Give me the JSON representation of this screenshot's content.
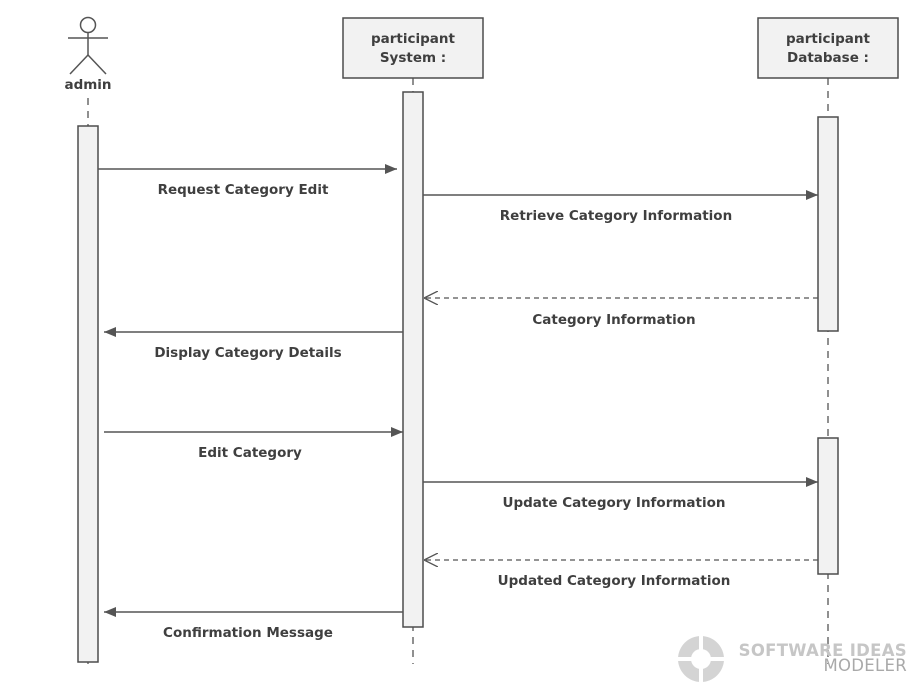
{
  "actor": {
    "name": "admin"
  },
  "participants": [
    {
      "id": "system",
      "line1": "participant",
      "line2": "System :"
    },
    {
      "id": "database",
      "line1": "participant",
      "line2": "Database :"
    }
  ],
  "messages": [
    {
      "id": "request-category-edit",
      "label": "Request Category Edit",
      "from": "admin",
      "to": "system",
      "kind": "sync"
    },
    {
      "id": "retrieve-category-information",
      "label": "Retrieve Category Information",
      "from": "system",
      "to": "database",
      "kind": "sync"
    },
    {
      "id": "category-information",
      "label": "Category Information",
      "from": "database",
      "to": "system",
      "kind": "return"
    },
    {
      "id": "display-category-details",
      "label": "Display Category Details",
      "from": "system",
      "to": "admin",
      "kind": "sync"
    },
    {
      "id": "edit-category",
      "label": "Edit Category",
      "from": "admin",
      "to": "system",
      "kind": "sync"
    },
    {
      "id": "update-category-information",
      "label": "Update Category Information",
      "from": "system",
      "to": "database",
      "kind": "sync"
    },
    {
      "id": "updated-category-information",
      "label": "Updated Category Information",
      "from": "database",
      "to": "system",
      "kind": "return"
    },
    {
      "id": "confirmation-message",
      "label": "Confirmation Message",
      "from": "system",
      "to": "admin",
      "kind": "sync"
    }
  ],
  "watermark": {
    "line1": "SOFTWARE IDEAS",
    "line2": "MODELER"
  },
  "colors": {
    "line": "#555555",
    "box_fill": "#f2f2f2",
    "box_stroke": "#4d4d4d",
    "text": "#3f3f3f"
  }
}
